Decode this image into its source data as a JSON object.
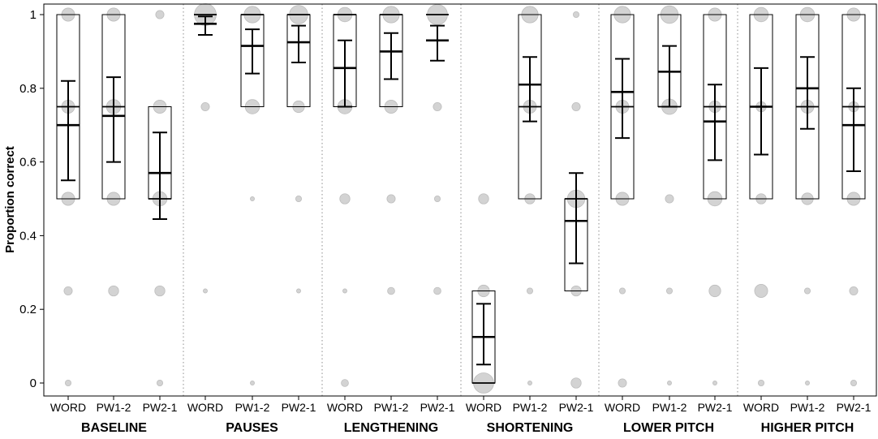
{
  "chart_data": {
    "type": "box-bubble",
    "title": "",
    "ylabel": "Proportion correct",
    "xlabel": "",
    "ylim": [
      0,
      1
    ],
    "yticks": [
      "0",
      "0.2",
      "0.4",
      "0.6",
      "0.8",
      "1"
    ],
    "grid": false,
    "conditions": [
      "WORD",
      "PW1-2",
      "PW2-1"
    ],
    "levels": [
      0,
      0.25,
      0.5,
      0.75,
      1
    ],
    "colors": {
      "bubble": "#d3d3d3",
      "bubble_stroke": "#bdbdbd",
      "box": "#000000",
      "ci": "#000000",
      "divider": "#8c8c8c"
    },
    "groups": [
      {
        "label": "BASELINE",
        "series": [
          {
            "condition": "WORD",
            "box": [
              0.5,
              0.75,
              1.0
            ],
            "mean": 0.7,
            "ci": [
              0.55,
              0.82
            ],
            "bubbles": [
              [
                0,
                1
              ],
              [
                0.25,
                2
              ],
              [
                0.5,
                5
              ],
              [
                0.75,
                5
              ],
              [
                1,
                5
              ]
            ]
          },
          {
            "condition": "PW1-2",
            "box": [
              0.5,
              0.75,
              1.0
            ],
            "mean": 0.725,
            "ci": [
              0.6,
              0.83
            ],
            "bubbles": [
              [
                0.25,
                3
              ],
              [
                0.5,
                5
              ],
              [
                0.75,
                6
              ],
              [
                1,
                5
              ]
            ]
          },
          {
            "condition": "PW2-1",
            "box": [
              0.5,
              0.5,
              0.75
            ],
            "mean": 0.57,
            "ci": [
              0.445,
              0.68
            ],
            "bubbles": [
              [
                0,
                1
              ],
              [
                0.25,
                3
              ],
              [
                0.5,
                6
              ],
              [
                0.75,
                5
              ],
              [
                1,
                2
              ]
            ]
          }
        ]
      },
      {
        "label": "PAUSES",
        "series": [
          {
            "condition": "WORD",
            "box": [
              1.0,
              1.0,
              1.0
            ],
            "mean": 0.975,
            "ci": [
              0.945,
              0.995
            ],
            "bubbles": [
              [
                0.25,
                0.5
              ],
              [
                0.75,
                2
              ],
              [
                1,
                14
              ]
            ]
          },
          {
            "condition": "PW1-2",
            "box": [
              0.75,
              1.0,
              1.0
            ],
            "mean": 0.915,
            "ci": [
              0.84,
              0.96
            ],
            "bubbles": [
              [
                0,
                0.5
              ],
              [
                0.5,
                0.5
              ],
              [
                0.75,
                6
              ],
              [
                1,
                8
              ]
            ]
          },
          {
            "condition": "PW2-1",
            "box": [
              0.75,
              1.0,
              1.0
            ],
            "mean": 0.925,
            "ci": [
              0.87,
              0.97
            ],
            "bubbles": [
              [
                0.25,
                0.5
              ],
              [
                0.5,
                1
              ],
              [
                0.75,
                4
              ],
              [
                1,
                10
              ]
            ]
          }
        ]
      },
      {
        "label": "LENGTHENING",
        "series": [
          {
            "condition": "WORD",
            "box": [
              0.75,
              1.0,
              1.0
            ],
            "mean": 0.855,
            "ci": [
              0.75,
              0.93
            ],
            "bubbles": [
              [
                0,
                1.5
              ],
              [
                0.25,
                0.5
              ],
              [
                0.5,
                3
              ],
              [
                0.75,
                6
              ],
              [
                1,
                6
              ]
            ]
          },
          {
            "condition": "PW1-2",
            "box": [
              0.75,
              1.0,
              1.0
            ],
            "mean": 0.9,
            "ci": [
              0.825,
              0.95
            ],
            "bubbles": [
              [
                0.25,
                1.5
              ],
              [
                0.5,
                2
              ],
              [
                0.75,
                5
              ],
              [
                1,
                8
              ]
            ]
          },
          {
            "condition": "PW2-1",
            "box": [
              1.0,
              1.0,
              1.0
            ],
            "mean": 0.93,
            "ci": [
              0.875,
              0.97
            ],
            "bubbles": [
              [
                0.25,
                1.5
              ],
              [
                0.5,
                1
              ],
              [
                0.75,
                2
              ],
              [
                1,
                12
              ]
            ]
          }
        ]
      },
      {
        "label": "SHORTENING",
        "series": [
          {
            "condition": "WORD",
            "box": [
              0,
              0.0,
              0.25
            ],
            "mean": 0.125,
            "ci": [
              0.05,
              0.215
            ],
            "bubbles": [
              [
                0,
                12
              ],
              [
                0.25,
                4
              ],
              [
                0.5,
                3
              ]
            ]
          },
          {
            "condition": "PW1-2",
            "box": [
              0.5,
              0.75,
              1.0
            ],
            "mean": 0.81,
            "ci": [
              0.71,
              0.885
            ],
            "bubbles": [
              [
                0,
                0.5
              ],
              [
                0.25,
                1
              ],
              [
                0.5,
                3
              ],
              [
                0.75,
                5
              ],
              [
                1,
                8
              ]
            ]
          },
          {
            "condition": "PW2-1",
            "box": [
              0.25,
              0.5,
              0.5
            ],
            "mean": 0.44,
            "ci": [
              0.325,
              0.57
            ],
            "bubbles": [
              [
                0,
                3
              ],
              [
                0.25,
                3
              ],
              [
                0.5,
                9
              ],
              [
                0.75,
                2
              ],
              [
                1,
                1
              ]
            ]
          }
        ]
      },
      {
        "label": "LOWER PITCH",
        "series": [
          {
            "condition": "WORD",
            "box": [
              0.5,
              0.75,
              1.0
            ],
            "mean": 0.79,
            "ci": [
              0.665,
              0.88
            ],
            "bubbles": [
              [
                0,
                2
              ],
              [
                0.25,
                1
              ],
              [
                0.5,
                5
              ],
              [
                0.75,
                5
              ],
              [
                1,
                8
              ]
            ]
          },
          {
            "condition": "PW1-2",
            "box": [
              0.75,
              0.75,
              1.0
            ],
            "mean": 0.845,
            "ci": [
              0.75,
              0.915
            ],
            "bubbles": [
              [
                0,
                0.5
              ],
              [
                0.25,
                1
              ],
              [
                0.5,
                2
              ],
              [
                0.75,
                7
              ],
              [
                1,
                9
              ]
            ]
          },
          {
            "condition": "PW2-1",
            "box": [
              0.5,
              0.75,
              1.0
            ],
            "mean": 0.71,
            "ci": [
              0.605,
              0.81
            ],
            "bubbles": [
              [
                0,
                0.5
              ],
              [
                0.25,
                4
              ],
              [
                0.5,
                6
              ],
              [
                0.75,
                4
              ],
              [
                1,
                5
              ]
            ]
          }
        ]
      },
      {
        "label": "HIGHER PITCH",
        "series": [
          {
            "condition": "WORD",
            "box": [
              0.5,
              0.75,
              1.0
            ],
            "mean": 0.75,
            "ci": [
              0.62,
              0.855
            ],
            "bubbles": [
              [
                0,
                1
              ],
              [
                0.25,
                5
              ],
              [
                0.5,
                3
              ],
              [
                0.75,
                3
              ],
              [
                1,
                6
              ]
            ]
          },
          {
            "condition": "PW1-2",
            "box": [
              0.5,
              0.75,
              1.0
            ],
            "mean": 0.8,
            "ci": [
              0.69,
              0.885
            ],
            "bubbles": [
              [
                0,
                0.5
              ],
              [
                0.25,
                1
              ],
              [
                0.5,
                4
              ],
              [
                0.75,
                5
              ],
              [
                1,
                6
              ]
            ]
          },
          {
            "condition": "PW2-1",
            "box": [
              0.5,
              0.75,
              1.0
            ],
            "mean": 0.7,
            "ci": [
              0.575,
              0.8
            ],
            "bubbles": [
              [
                0,
                1
              ],
              [
                0.25,
                2
              ],
              [
                0.5,
                5
              ],
              [
                0.75,
                3
              ],
              [
                1,
                5
              ]
            ]
          }
        ]
      }
    ]
  }
}
